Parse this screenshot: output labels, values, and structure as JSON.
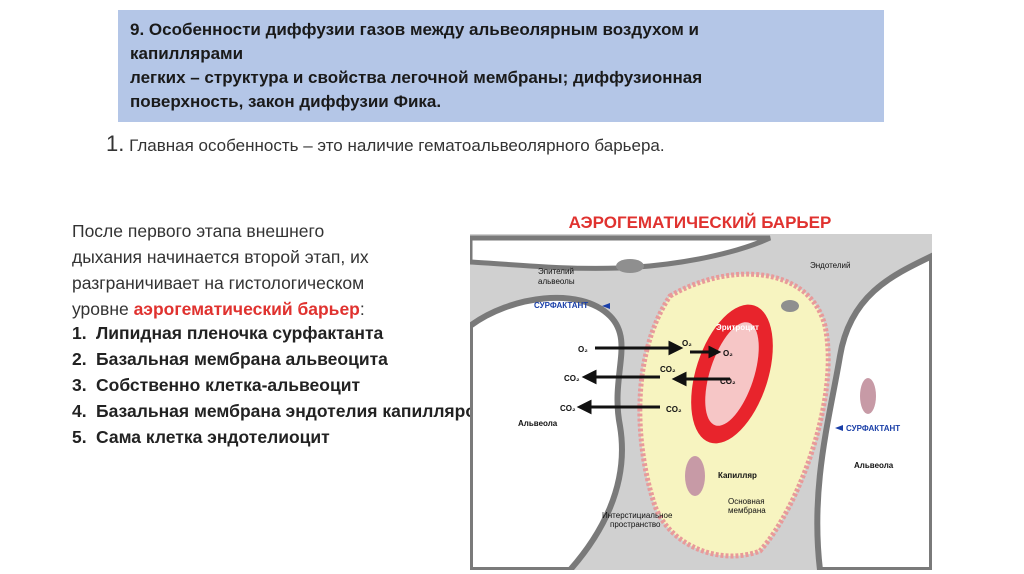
{
  "slide": {
    "title_lines": [
      "9. Особенности диффузии газов между альвеолярным воздухом и",
      "капиллярами",
      "легких – структура и свойства легочной мембраны; диффузионная",
      "поверхность, закон диффузии Фика."
    ],
    "point": {
      "number": "1.",
      "text": "Главная особенность – это наличие гематоальвеолярного барьера."
    },
    "lead": {
      "line1": "После первого этапа внешнего",
      "line2": "дыхания начинается второй этап, их",
      "line3": "разграничивает на гистологическом",
      "line4_prefix": "уровне ",
      "line4_highlight": "аэрогематический барьер",
      "line4_suffix": ":"
    },
    "list": [
      {
        "n": "1.",
        "text": "Липидная пленочка сурфактанта"
      },
      {
        "n": "2.",
        "text": "Базальная мембрана альвеоцита"
      },
      {
        "n": "3.",
        "text": "Собственно клетка-альвеоцит"
      },
      {
        "n": "4.",
        "text": "Базальная мембрана эндотелия капилляров"
      },
      {
        "n": "5.",
        "text": "Сама клетка эндотелиоцит"
      }
    ],
    "figure": {
      "title": "АЭРОГЕМАТИЧЕСКИЙ БАРЬЕР",
      "labels": {
        "epithelium_1": "Эпителий",
        "epithelium_2": "альвеолы",
        "endothelium": "Эндотелий",
        "surfactant_left": "СУРФАКТАНТ",
        "surfactant_right": "СУРФАКТАНТ",
        "erythrocyte": "Эритроцит",
        "o2_a": "O₂",
        "o2_b": "O₂",
        "o2_c": "O₂",
        "co2_a": "CO₂",
        "co2_b": "CO₂",
        "co2_c": "CO₂",
        "co2_d": "CO₂",
        "co2_e": "CO₂",
        "alveola_left": "Альвеола",
        "alveola_right": "Альвеола",
        "capillary": "Капилляр",
        "basement_1": "Основная",
        "basement_2": "мембрана",
        "interstitial_1": "Интерстициальное",
        "interstitial_2": "пространство"
      },
      "colors": {
        "title": "#e0322f",
        "erythrocyte": "#e8242c",
        "tissue": "#c9c9c9",
        "plasma": "#f7f4c0"
      }
    }
  }
}
